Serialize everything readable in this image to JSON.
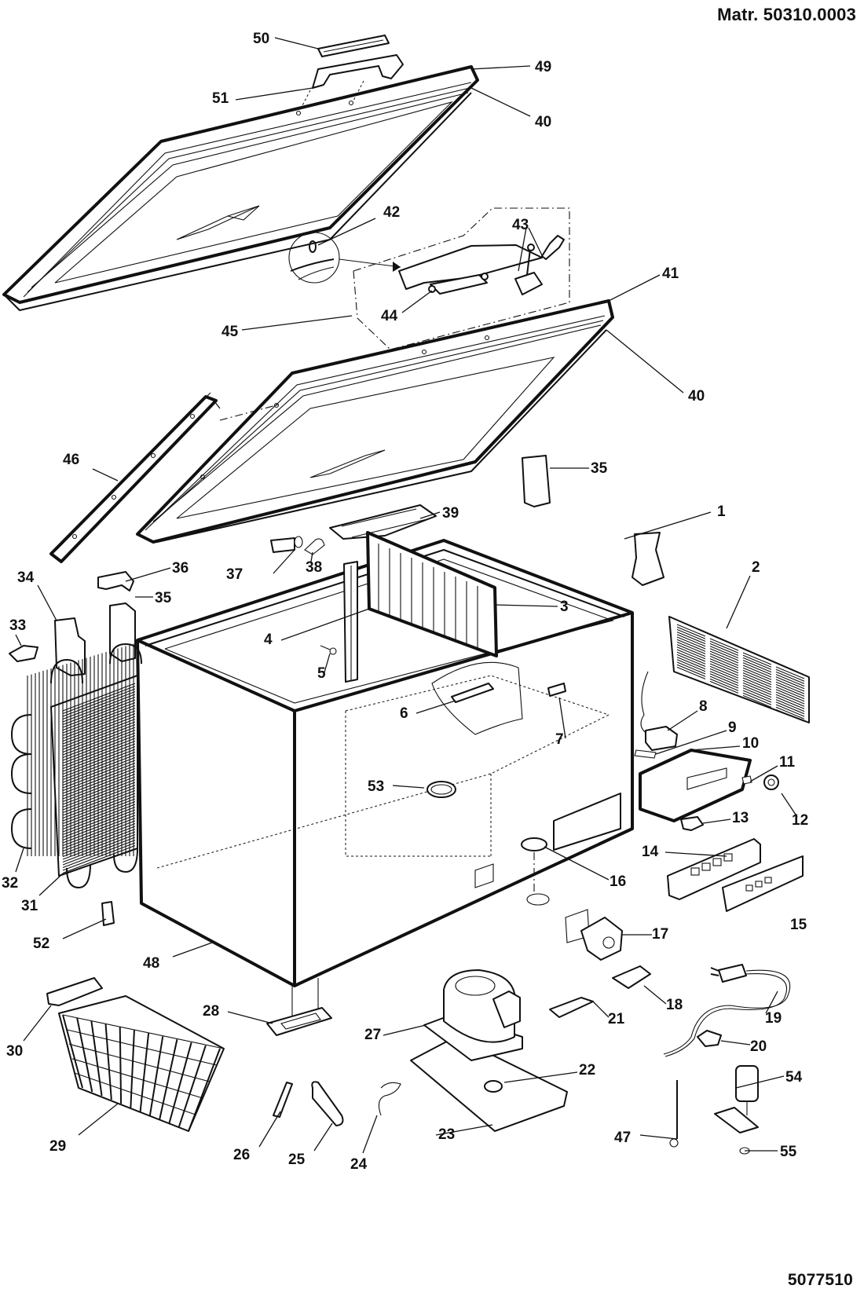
{
  "header": {
    "material_number": "Matr. 50310.0003",
    "drawing_number": "5077510"
  },
  "diagram": {
    "title": "Chest freezer exploded parts view",
    "callouts": [
      {
        "id": "1",
        "text": "1",
        "part": "lid-lock-bracket"
      },
      {
        "id": "2",
        "text": "2",
        "part": "rear-ventilation-grille"
      },
      {
        "id": "3",
        "text": "3",
        "part": "internal-divider-panel"
      },
      {
        "id": "4",
        "text": "4",
        "part": "divider-guide-rail"
      },
      {
        "id": "5",
        "text": "5",
        "part": "divider-pin"
      },
      {
        "id": "6",
        "text": "6",
        "part": "thermostat-bracket"
      },
      {
        "id": "7",
        "text": "7",
        "part": "connector-block"
      },
      {
        "id": "8",
        "text": "8",
        "part": "thermostat"
      },
      {
        "id": "9",
        "text": "9",
        "part": "pilot-lamp"
      },
      {
        "id": "10",
        "text": "10",
        "part": "control-housing"
      },
      {
        "id": "11",
        "text": "11",
        "part": "nut"
      },
      {
        "id": "12",
        "text": "12",
        "part": "thermostat-knob"
      },
      {
        "id": "13",
        "text": "13",
        "part": "switch"
      },
      {
        "id": "14",
        "text": "14",
        "part": "control-panel"
      },
      {
        "id": "15",
        "text": "15",
        "part": "control-panel-label"
      },
      {
        "id": "16",
        "text": "16",
        "part": "drain-plug"
      },
      {
        "id": "17",
        "text": "17",
        "part": "drain-outlet"
      },
      {
        "id": "18",
        "text": "18",
        "part": "cable-clamp"
      },
      {
        "id": "19",
        "text": "19",
        "part": "power-cord"
      },
      {
        "id": "20",
        "text": "20",
        "part": "cord-clip"
      },
      {
        "id": "21",
        "text": "21",
        "part": "compressor-bracket"
      },
      {
        "id": "22",
        "text": "22",
        "part": "rubber-grommet"
      },
      {
        "id": "23",
        "text": "23",
        "part": "compressor-base-plate"
      },
      {
        "id": "24",
        "text": "24",
        "part": "capillary-tube"
      },
      {
        "id": "25",
        "text": "25",
        "part": "dryer-filter"
      },
      {
        "id": "26",
        "text": "26",
        "part": "sleeve"
      },
      {
        "id": "27",
        "text": "27",
        "part": "compressor"
      },
      {
        "id": "28",
        "text": "28",
        "part": "foot-castor"
      },
      {
        "id": "29",
        "text": "29",
        "part": "wire-basket"
      },
      {
        "id": "30",
        "text": "30",
        "part": "basket-handle"
      },
      {
        "id": "31",
        "text": "31",
        "part": "condenser"
      },
      {
        "id": "32",
        "text": "32",
        "part": "condenser-coil"
      },
      {
        "id": "33",
        "text": "33",
        "part": "condenser-clip"
      },
      {
        "id": "34",
        "text": "34",
        "part": "hinge-cover"
      },
      {
        "id": "35",
        "text": "35",
        "part": "hinge"
      },
      {
        "id": "35",
        "text": "35",
        "part": "hinge"
      },
      {
        "id": "36",
        "text": "36",
        "part": "hinge-cap"
      },
      {
        "id": "37",
        "text": "37",
        "part": "lamp-holder"
      },
      {
        "id": "38",
        "text": "38",
        "part": "lamp-bulb"
      },
      {
        "id": "39",
        "text": "39",
        "part": "lid-light-cover"
      },
      {
        "id": "40",
        "text": "40",
        "part": "lid-gasket"
      },
      {
        "id": "40",
        "text": "40",
        "part": "lid-gasket"
      },
      {
        "id": "41",
        "text": "41",
        "part": "lid"
      },
      {
        "id": "42",
        "text": "42",
        "part": "lock-screw"
      },
      {
        "id": "43",
        "text": "43",
        "part": "lock-and-key"
      },
      {
        "id": "44",
        "text": "44",
        "part": "lock-pin"
      },
      {
        "id": "45",
        "text": "45",
        "part": "lock-kit"
      },
      {
        "id": "46",
        "text": "46",
        "part": "rear-lid-trim"
      },
      {
        "id": "47",
        "text": "47",
        "part": "ground-wire"
      },
      {
        "id": "48",
        "text": "48",
        "part": "cabinet"
      },
      {
        "id": "49",
        "text": "49",
        "part": "lid-alternative"
      },
      {
        "id": "50",
        "text": "50",
        "part": "handle-insert"
      },
      {
        "id": "51",
        "text": "51",
        "part": "lid-handle"
      },
      {
        "id": "52",
        "text": "52",
        "part": "spacer"
      },
      {
        "id": "53",
        "text": "53",
        "part": "cover-plug"
      },
      {
        "id": "54",
        "text": "54",
        "part": "capacitor"
      },
      {
        "id": "55",
        "text": "55",
        "part": "capacitor-bracket"
      }
    ]
  }
}
